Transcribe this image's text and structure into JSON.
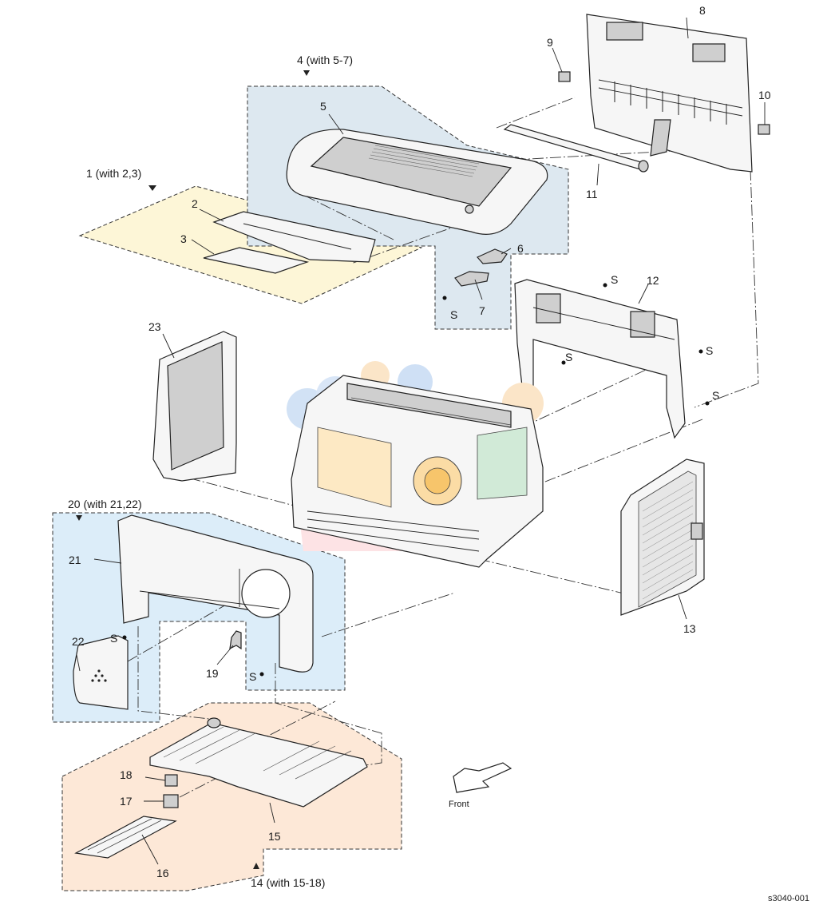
{
  "diagram": {
    "assemblies": [
      {
        "id": "asm-1",
        "label": "1 (with 2,3)",
        "fill": "#fdf6d7"
      },
      {
        "id": "asm-4",
        "label": "4 (with 5-7)",
        "fill": "#dde8f0"
      },
      {
        "id": "asm-20",
        "label": "20 (with 21,22)",
        "fill": "#dcedf9"
      },
      {
        "id": "asm-14",
        "label": "14 (with 15-18)",
        "fill": "#fde8d7"
      }
    ],
    "part_numbers": [
      "2",
      "3",
      "5",
      "6",
      "7",
      "8",
      "9",
      "10",
      "11",
      "12",
      "13",
      "15",
      "16",
      "17",
      "18",
      "19",
      "21",
      "22",
      "23"
    ],
    "screw_label": "S",
    "front_label": "Front",
    "figure_id": "s3040-001"
  }
}
